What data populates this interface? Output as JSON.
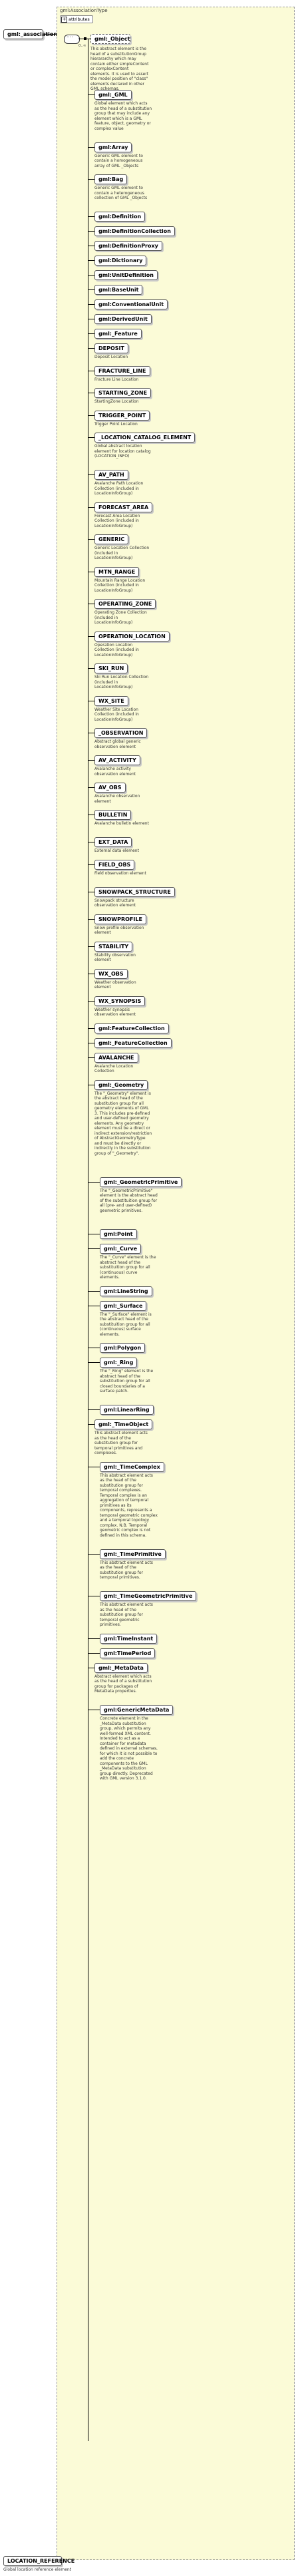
{
  "root": {
    "name": "gml:_association",
    "type_title": "gml:AssociationType",
    "attributes_label": "attributes",
    "occurrence": "0..∞"
  },
  "head": {
    "name": "gml:_Object",
    "doc": "This abstract element is the head of a substitutionGroup hierararchy which may contain either simpleContent or complexContent elements. It is used to assert the model position of \"class\" elements declared in other GML schemas."
  },
  "elements": [
    {
      "name": "gml:_GML",
      "doc": "Global element which acts as the head of a substitution group that may include any element which is a GML feature, object, geometry or complex value"
    },
    {
      "name": "gml:Array",
      "doc": "Generic GML element to contain a homogeneous array of GML _Objects"
    },
    {
      "name": "gml:Bag",
      "doc": "Generic GML element to contain a heterogeneous collection of GML _Objects"
    },
    {
      "name": "gml:Definition",
      "doc": ""
    },
    {
      "name": "gml:DefinitionCollection",
      "doc": ""
    },
    {
      "name": "gml:DefinitionProxy",
      "doc": ""
    },
    {
      "name": "gml:Dictionary",
      "doc": ""
    },
    {
      "name": "gml:UnitDefinition",
      "doc": ""
    },
    {
      "name": "gml:BaseUnit",
      "doc": ""
    },
    {
      "name": "gml:ConventionalUnit",
      "doc": ""
    },
    {
      "name": "gml:DerivedUnit",
      "doc": ""
    },
    {
      "name": "gml:_Feature",
      "doc": ""
    },
    {
      "name": "DEPOSIT",
      "doc": "Deposit Location"
    },
    {
      "name": "FRACTURE_LINE",
      "doc": "Fracture Line Location"
    },
    {
      "name": "STARTING_ZONE",
      "doc": "StartingZone Location"
    },
    {
      "name": "TRIGGER_POINT",
      "doc": "Trigger Point Location"
    },
    {
      "name": "_LOCATION_CATALOG_ELEMENT",
      "doc": "Global abstract location element for location catalog (LOCATION_INFO)"
    },
    {
      "name": "AV_PATH",
      "doc": "Avalanche Path Location Collection (included in LocationInfoGroup)"
    },
    {
      "name": "FORECAST_AREA",
      "doc": "Forecast Area Location Collection (included in LocationInfoGroup)"
    },
    {
      "name": "GENERIC",
      "doc": "Generic Location Collection (included in LocationInfoGroup)"
    },
    {
      "name": "MTN_RANGE",
      "doc": "Mountain Range Location Collection (included in LocationInfoGroup)"
    },
    {
      "name": "OPERATING_ZONE",
      "doc": "Operating Zone Collection (included in LocationInfoGroup)"
    },
    {
      "name": "OPERATION_LOCATION",
      "doc": "Operation Location Collection (included in LocationInfoGroup)"
    },
    {
      "name": "SKI_RUN",
      "doc": "Ski Run Location Collection (included in LocationInfoGroup)"
    },
    {
      "name": "WX_SITE",
      "doc": "Weather Site Location Collection (included in LocationInfoGroup)"
    },
    {
      "name": "_OBSERVATION",
      "doc": "Abstract global generic observation element"
    },
    {
      "name": "AV_ACTIVITY",
      "doc": "Avalanche activity observation element"
    },
    {
      "name": "AV_OBS",
      "doc": "Avalanche observation element"
    },
    {
      "name": "BULLETIN",
      "doc": "Avalanche bulletin element"
    },
    {
      "name": "EXT_DATA",
      "doc": "External data element"
    },
    {
      "name": "FIELD_OBS",
      "doc": "Field observation element"
    },
    {
      "name": "SNOWPACK_STRUCTURE",
      "doc": "Snowpack structure observation element"
    },
    {
      "name": "SNOWPROFILE",
      "doc": "Snow profile observation element"
    },
    {
      "name": "STABILITY",
      "doc": "Stability observation element"
    },
    {
      "name": "WX_OBS",
      "doc": "Weather observation element"
    },
    {
      "name": "WX_SYNOPSIS",
      "doc": "Weather synopsis observation element"
    },
    {
      "name": "gml:FeatureCollection",
      "doc": ""
    },
    {
      "name": "gml:_FeatureCollection",
      "doc": ""
    },
    {
      "name": "AVALANCHE",
      "doc": "Avalanche Location Collection"
    },
    {
      "name": "gml:_Geometry",
      "doc": "The \"_Geometry\" element is the abstract head of the substitution group for all geometry elements of GML 3. This includes pre-defined and user-defined geometry elements. Any geometry element must be a direct or indirect extension/restriction of AbstractGeometryType and must be directly or indirectly in the substitution group of \"_Geometry\"."
    },
    {
      "name": "gml:_GeometricPrimitive",
      "doc": "The \"_GeometricPrimitive\" element is the abstract head of the substituition group for all (pre- and user-defined) geometric primitives."
    },
    {
      "name": "gml:Point",
      "doc": ""
    },
    {
      "name": "gml:_Curve",
      "doc": "The \"_Curve\" element is the abstract head of the substituition group for all (continuous) curve elements."
    },
    {
      "name": "gml:LineString",
      "doc": ""
    },
    {
      "name": "gml:_Surface",
      "doc": "The \"_Surface\" element is the abstract head of the substituition group for all (continuous) surface elements."
    },
    {
      "name": "gml:Polygon",
      "doc": ""
    },
    {
      "name": "gml:_Ring",
      "doc": "The \"_Ring\" element is the abstract head of the substituition group for all closed boundaries of a surface patch."
    },
    {
      "name": "gml:LinearRing",
      "doc": ""
    },
    {
      "name": "gml:_TimeObject",
      "doc": "This abstract element acts as the head of the substitution group for temporal primitives and complexes."
    },
    {
      "name": "gml:_TimeComplex",
      "doc": "This abstract element acts as the head of the substitution group for temporal complexes. Temporal complex is an aggregation of temporal primitives as its components, represents a temporal geometric complex and a temporal topology complex. N.B. Temporal geometric complex is not defined in this schema."
    },
    {
      "name": "gml:_TimePrimitive",
      "doc": "This abstract element acts as the head of the substitution group for temporal primitives."
    },
    {
      "name": "gml:_TimeGeometricPrimitive",
      "doc": "This abstract element acts as the head of the substitution group for temporal geometric primitives."
    },
    {
      "name": "gml:TimeInstant",
      "doc": ""
    },
    {
      "name": "gml:TimePeriod",
      "doc": ""
    },
    {
      "name": "gml:_MetaData",
      "doc": "Abstract element which acts as the head of a substitution group for packages of MetaData properties."
    },
    {
      "name": "gml:GenericMetaData",
      "doc": "Concrete element in the _MetaData substitution group, which permits any well-formed XML content. Intended to act as a container for metadata defined in external schemas, for which it is not possible to add the concrete components to the GML _MetaData substitution group directly. Deprecated with GML version 3.1.0."
    }
  ],
  "footer": {
    "name": "LOCATION_REFERENCE",
    "doc": "Global location reference element"
  }
}
